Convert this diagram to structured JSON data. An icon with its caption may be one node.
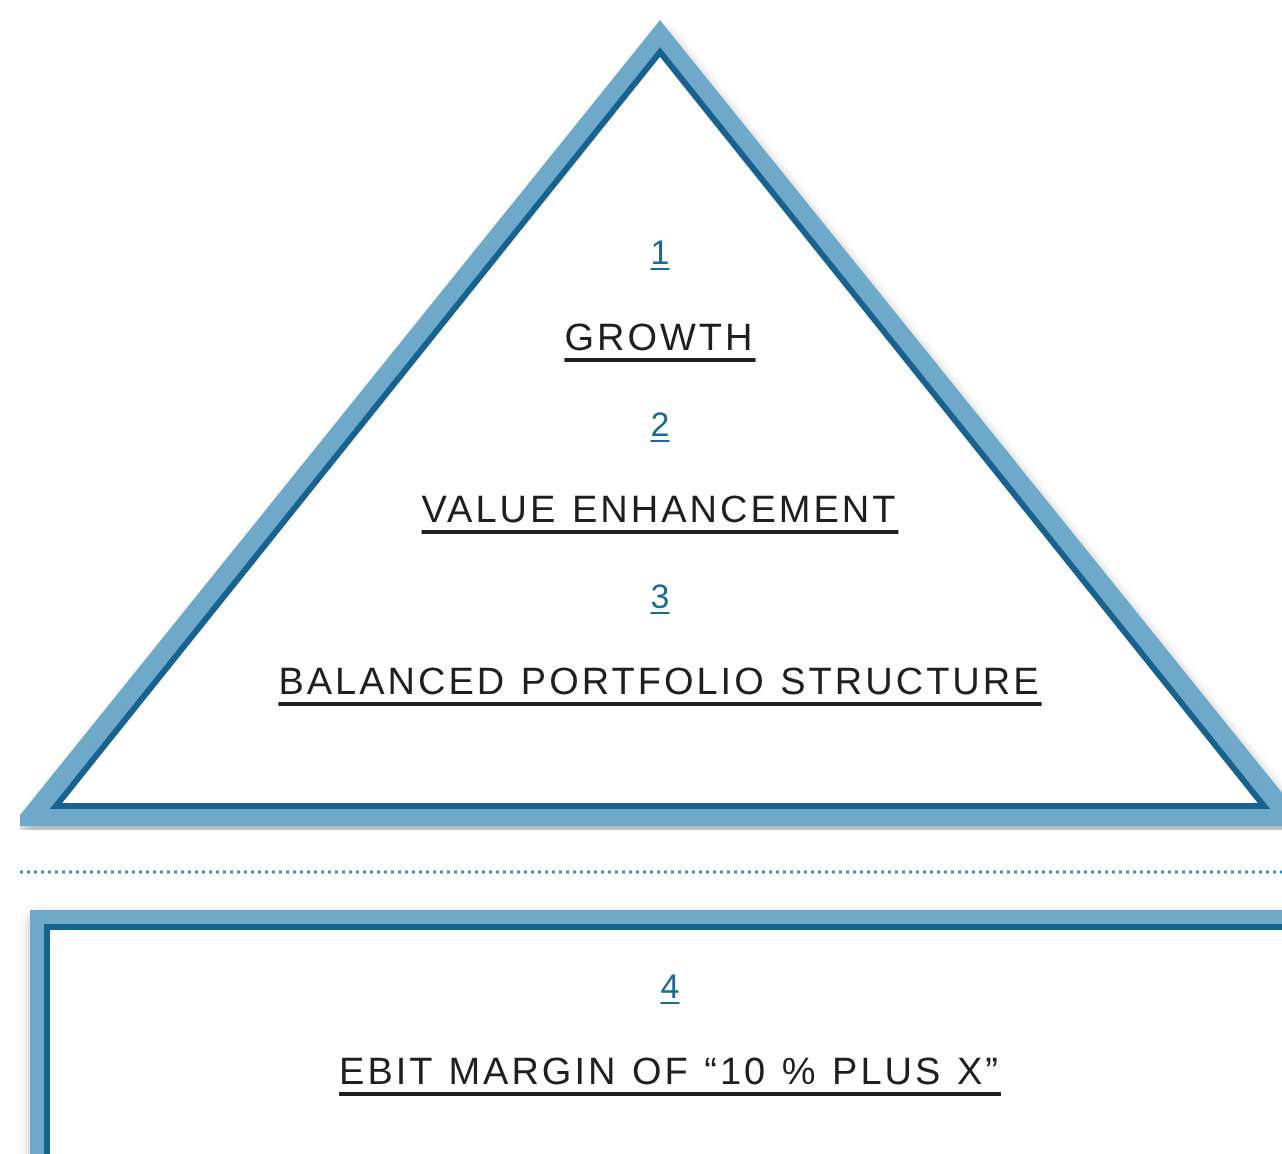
{
  "diagram": {
    "nodes": [
      {
        "text": [
          "1",
          "GROWTH",
          "2",
          "VALUE ENHANCEMENT",
          "3",
          "BALANCED PORTFOLIO STRUCTURE"
        ]
      },
      {
        "text": [
          "4",
          "EBIT MARGIN OF “10 % PLUS X”"
        ]
      }
    ],
    "edges": []
  }
}
